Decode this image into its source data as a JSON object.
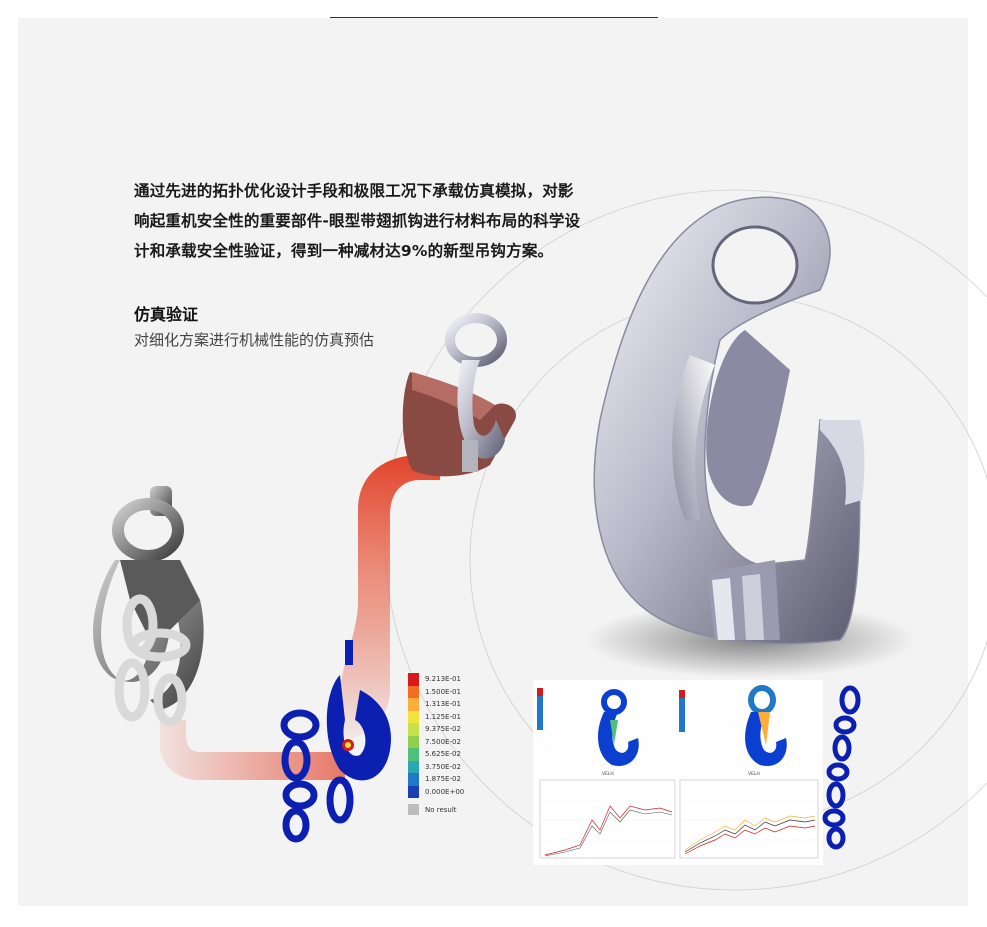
{
  "intro": {
    "lines": [
      "通过先进的拓扑优化设计手段和极限工况下承载仿真模拟，对影",
      "响起重机安全性的重要部件-眼型带翅抓钩进行材料布局的科学设",
      "计和承载安全性验证，得到一种减材达9%的新型吊钩方案。"
    ]
  },
  "section": {
    "title": "仿真验证",
    "description": "对细化方案进行机械性能的仿真预估"
  },
  "legend": {
    "entries": [
      {
        "value": "9.213E-01",
        "color": "#d7191c"
      },
      {
        "value": "1.500E-01",
        "color": "#f46d20"
      },
      {
        "value": "1.313E-01",
        "color": "#fdae3a"
      },
      {
        "value": "1.125E-01",
        "color": "#f2e33b"
      },
      {
        "value": "9.375E-02",
        "color": "#c8e04a"
      },
      {
        "value": "7.500E-02",
        "color": "#8fcf4e"
      },
      {
        "value": "5.625E-02",
        "color": "#4fbf7a"
      },
      {
        "value": "3.750E-02",
        "color": "#2aa8b0"
      },
      {
        "value": "1.875E-02",
        "color": "#1f78c8"
      },
      {
        "value": "0.000E+00",
        "color": "#1a3fb0"
      }
    ],
    "no_result": "No result"
  },
  "sim_panels": {
    "label_left": "VELH",
    "label_right": "VELH"
  },
  "colors": {
    "panel_bg": "#f3f3f3",
    "flow_red": "#e1432b",
    "hook_steel": "#b8b8c8",
    "sim_blue": "#0b1fb0",
    "casting_brown": "#8a4a44"
  }
}
